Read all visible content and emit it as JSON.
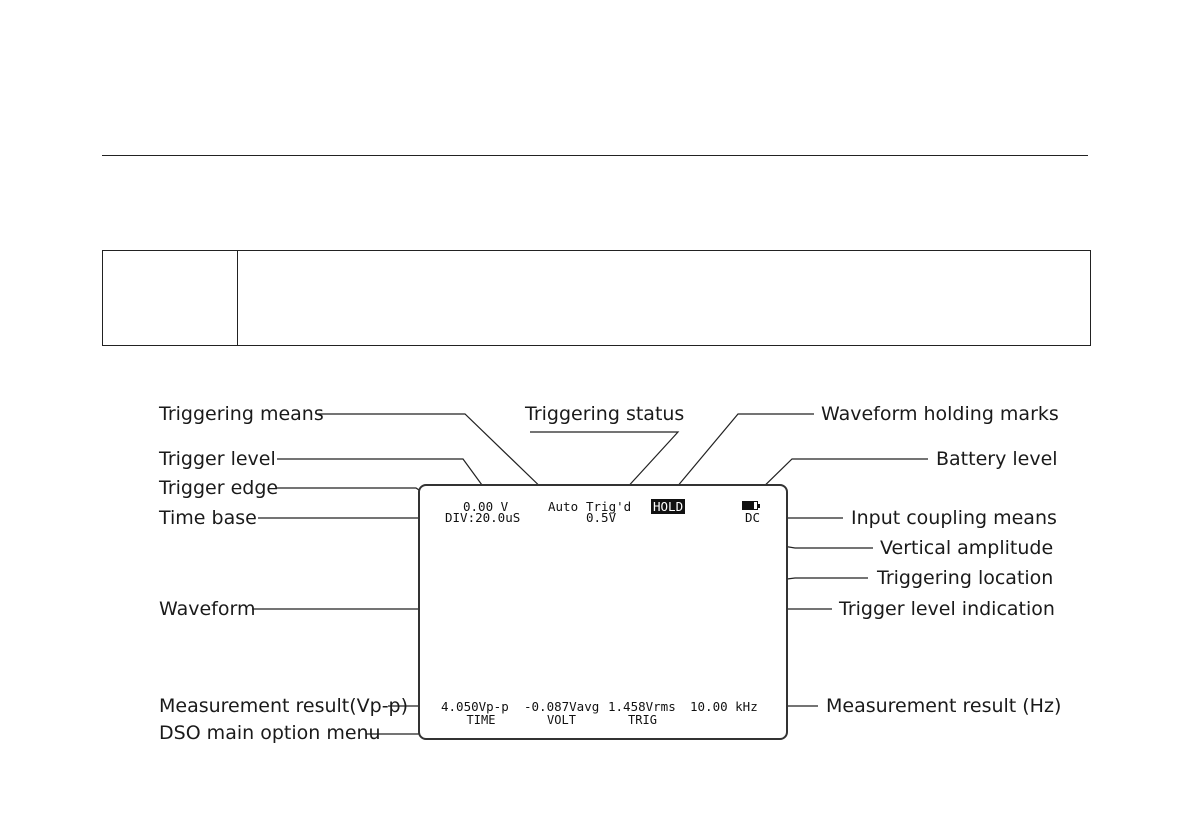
{
  "labels": {
    "triggering_means": "Triggering means",
    "triggering_status": "Triggering status",
    "waveform_holding_marks": "Waveform holding marks",
    "trigger_level": "Trigger level",
    "battery_level": "Battery level",
    "trigger_edge": "Trigger edge",
    "time_base": "Time base",
    "input_coupling_means": "Input coupling means",
    "vertical_amplitude": "Vertical amplitude",
    "triggering_location": "Triggering location",
    "waveform": "Waveform",
    "trigger_level_indication": "Trigger level indication",
    "measurement_vpp": "Measurement result(Vp-p)",
    "measurement_hz": "Measurement result (Hz)",
    "dso_menu": "DSO main option menu"
  },
  "screen": {
    "trigger_level": "0.00 V",
    "trigger_mode": "Auto",
    "trigger_status": "Trig'd",
    "hold": "HOLD",
    "time_base": "DIV:20.0uS",
    "vertical_scale": "0.5V",
    "coupling": "DC",
    "battery_fraction": 0.75,
    "measure_vpp": "4.050Vp-p",
    "measure_vavg": "-0.087Vavg",
    "measure_vrms": "1.458Vrms",
    "measure_freq": "10.00 kHz",
    "menu": [
      "TIME",
      "VOLT",
      "TRIG",
      ""
    ]
  }
}
